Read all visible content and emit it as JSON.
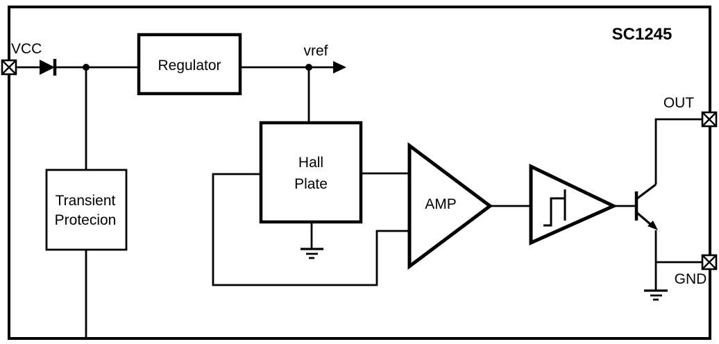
{
  "chip": {
    "title": "SC1245"
  },
  "pins": {
    "vcc": {
      "label": "VCC"
    },
    "out": {
      "label": "OUT"
    },
    "gnd": {
      "label": "GND"
    }
  },
  "nets": {
    "vref": {
      "label": "vref"
    }
  },
  "blocks": {
    "regulator": {
      "label": "Regulator"
    },
    "hall_plate": {
      "label_line1": "Hall",
      "label_line2": "Plate"
    },
    "transient_protection": {
      "label_line1": "Transient",
      "label_line2": "Protecion"
    },
    "amplifier": {
      "label": "AMP"
    }
  },
  "symbols": {
    "input_diode": "diode-icon",
    "schmitt_trigger": "hysteresis-icon",
    "output_transistor": "npn-transistor-icon",
    "grounds": "ground-icon",
    "pin_terminals": "crossed-box-pin-icon"
  },
  "colors": {
    "ink": "#000000",
    "background": "#ffffff"
  }
}
